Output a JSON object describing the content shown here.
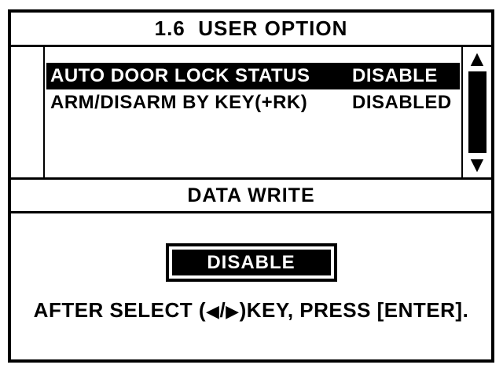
{
  "header": {
    "title": "1.6  USER OPTION"
  },
  "option_list": {
    "rows": [
      {
        "label": "AUTO DOOR LOCK STATUS",
        "value": "DISABLE",
        "selected": true
      },
      {
        "label": "ARM/DISARM BY KEY(+RK)",
        "value": "DISABLED",
        "selected": false
      }
    ],
    "scrollbar": {
      "up_icon": "▲",
      "down_icon": "▼"
    }
  },
  "data_write": {
    "title": "DATA WRITE"
  },
  "editor": {
    "selected_value": "DISABLE",
    "instruction": {
      "prefix": "AFTER SELECT (",
      "left_icon": "◀",
      "separator": "/",
      "right_icon": "▶",
      "suffix": ")KEY, PRESS [ENTER]."
    }
  },
  "colors": {
    "foreground": "#000000",
    "background": "#ffffff"
  }
}
